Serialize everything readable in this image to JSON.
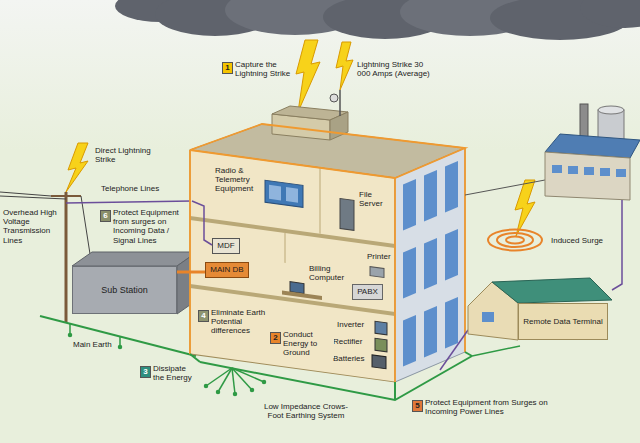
{
  "diagram": {
    "nodes": [
      {
        "text": [
          "Sub Station"
        ]
      },
      {
        "text": [
          "MDF"
        ]
      },
      {
        "text": [
          "MAIN DB"
        ]
      },
      {
        "text": [
          "PABX"
        ]
      },
      {
        "text": [
          "Remote Data Terminal"
        ]
      }
    ],
    "edges": [
      {
        "from": 0,
        "to": 2,
        "arrow": "none"
      }
    ],
    "labels": [
      "1",
      "Capture the Lightning Strike",
      "Lightning Strike 30 000 Amps (Average)",
      "Direct Lightning Strike",
      "Overhead High Voltage Transmission Lines",
      "Telephone Lines",
      "6",
      "Protect Equipment from surges on Incoming Data / Signal Lines",
      "Radio & Telemetry Equipment",
      "File Server",
      "Billing Computer",
      "Printer",
      "Inverter",
      "Rectifier",
      "Batteries",
      "Main Earth",
      "4",
      "Eliminate Earth Potential differences",
      "2",
      "Conduct Energy to Ground",
      "3",
      "Dissipate the Energy",
      "Low Impedance Crows-Foot Earthing System",
      "5",
      "Protect Equipment from Surges on Incoming Power Lines",
      "Induced Surge"
    ]
  }
}
